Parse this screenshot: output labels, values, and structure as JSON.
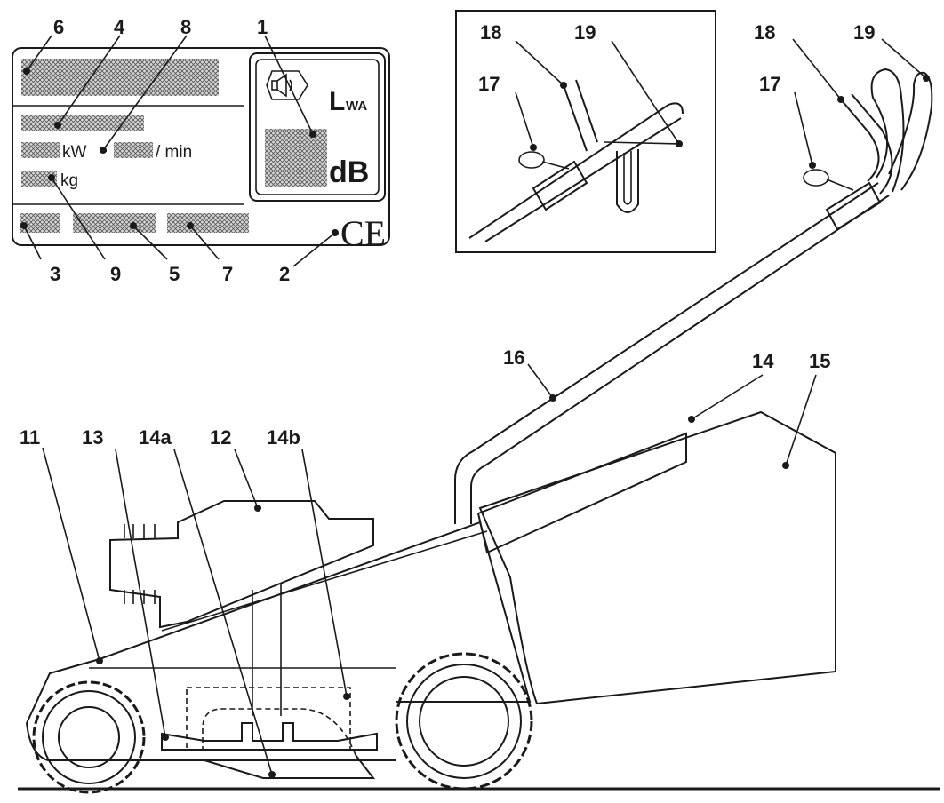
{
  "rating_plate": {
    "units": {
      "power": "kW",
      "speed": "/ min",
      "mass": "kg"
    },
    "sound_symbol": {
      "letter": "L",
      "subscript": "WA"
    },
    "sound_unit": "dB",
    "conformity_mark": "CE"
  },
  "callouts": {
    "c1": "1",
    "c2": "2",
    "c3": "3",
    "c4": "4",
    "c5": "5",
    "c6": "6",
    "c7": "7",
    "c8": "8",
    "c9": "9",
    "c11": "11",
    "c12": "12",
    "c13": "13",
    "c14": "14",
    "c14a": "14a",
    "c14b": "14b",
    "c15": "15",
    "c16": "16",
    "c17_inset": "17",
    "c18_inset": "18",
    "c19_inset": "19",
    "c17": "17",
    "c18": "18",
    "c19": "19"
  }
}
